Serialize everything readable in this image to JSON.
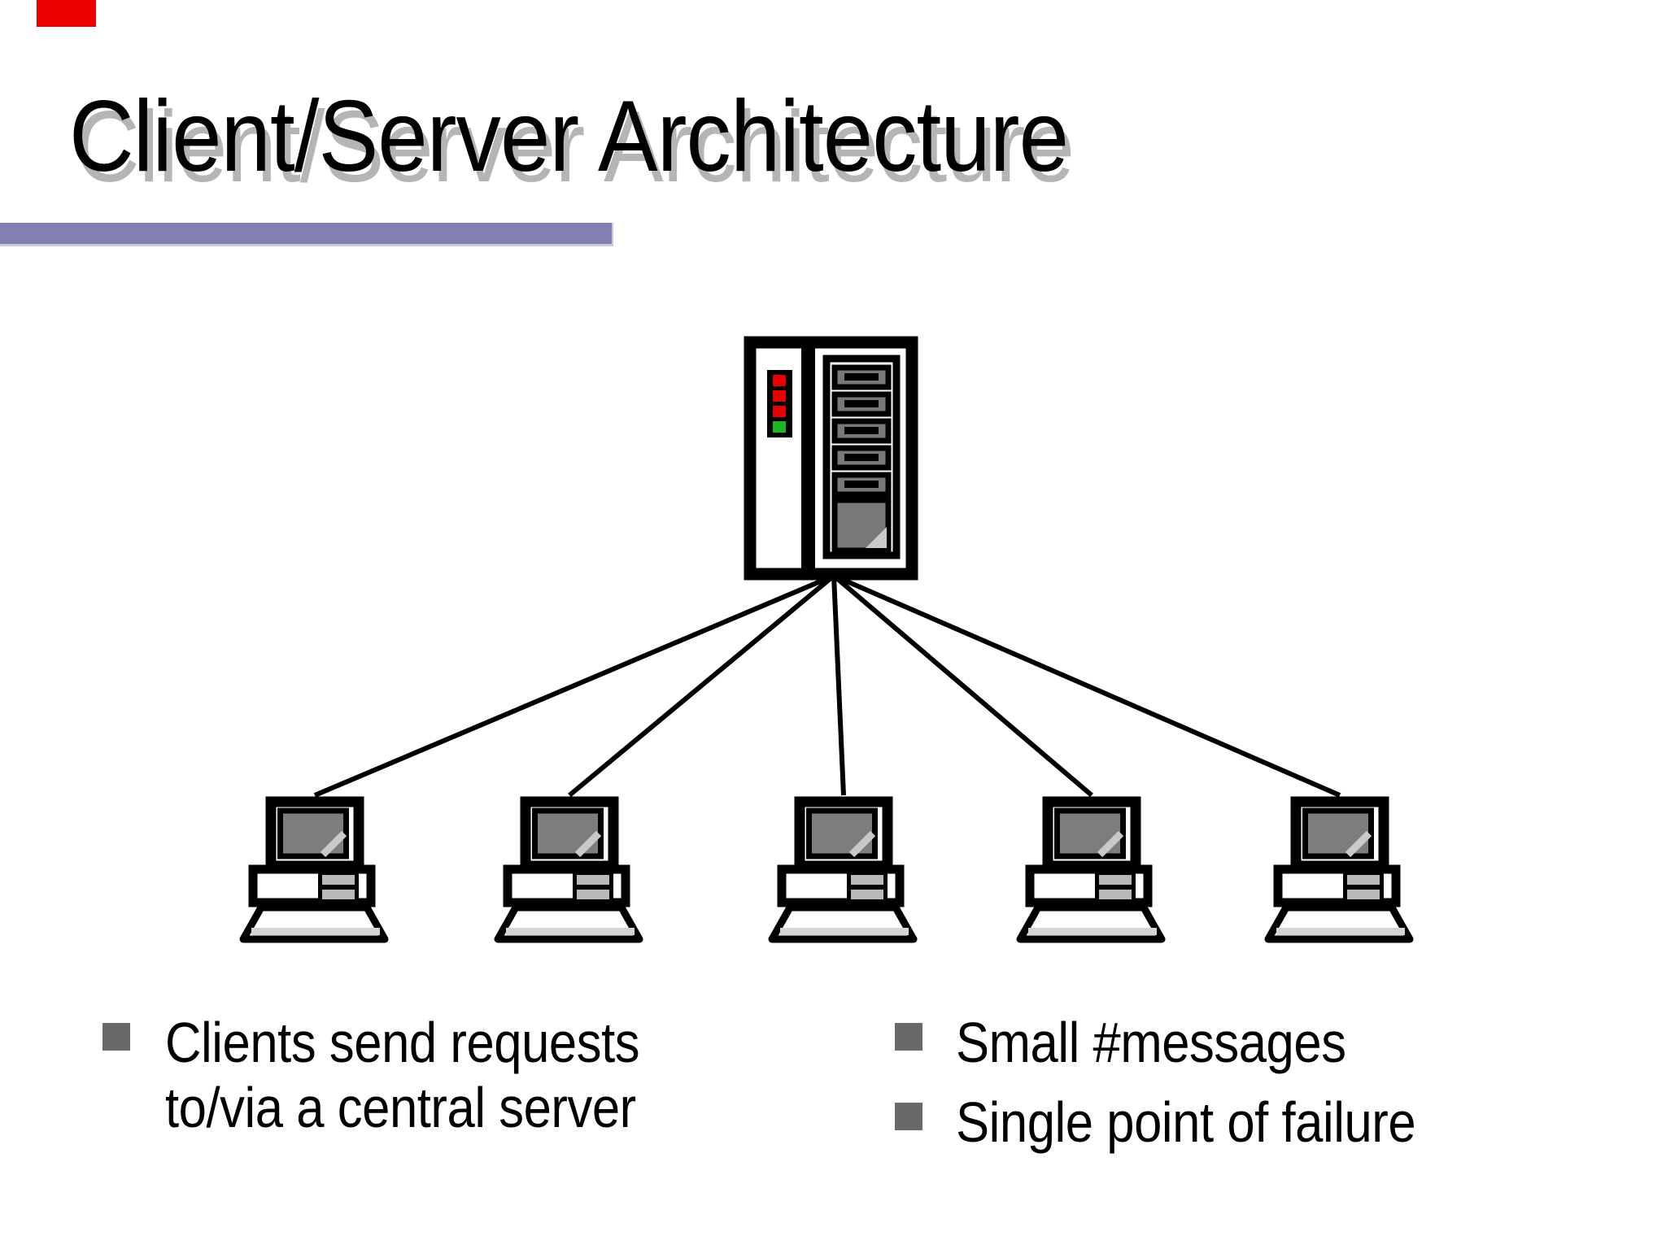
{
  "slide": {
    "title": "Client/Server Architecture",
    "left_bullets": [
      {
        "line1": "Clients send requests",
        "line2": "to/via a central server"
      }
    ],
    "right_bullets": [
      {
        "text": "Small #messages"
      },
      {
        "text": "Single point of failure"
      }
    ]
  },
  "diagram": {
    "topology": "star",
    "server": {
      "type": "server-tower-icon",
      "led_lights": [
        "red",
        "red",
        "red",
        "green"
      ],
      "rack_slots": 5
    },
    "clients": {
      "type": "desktop-computer-icon",
      "count": 5
    },
    "connections": [
      {
        "from": "server",
        "to": "client-1"
      },
      {
        "from": "server",
        "to": "client-2"
      },
      {
        "from": "server",
        "to": "client-3"
      },
      {
        "from": "server",
        "to": "client-4"
      },
      {
        "from": "server",
        "to": "client-5"
      }
    ]
  },
  "colors": {
    "title_text": "#000000",
    "title_shadow": "#b5b5b5",
    "accent_bar": "#8081b2",
    "bullet_square": "#696969",
    "line_black": "#000000",
    "led_red": "#e60000",
    "led_green": "#21b421",
    "screen_gray": "#7d7d7d",
    "drawer_gray": "#787878",
    "bay_gray": "#b9b9b9",
    "highlight_gray": "#c9c9c9",
    "red_marker": "#ea0000"
  }
}
